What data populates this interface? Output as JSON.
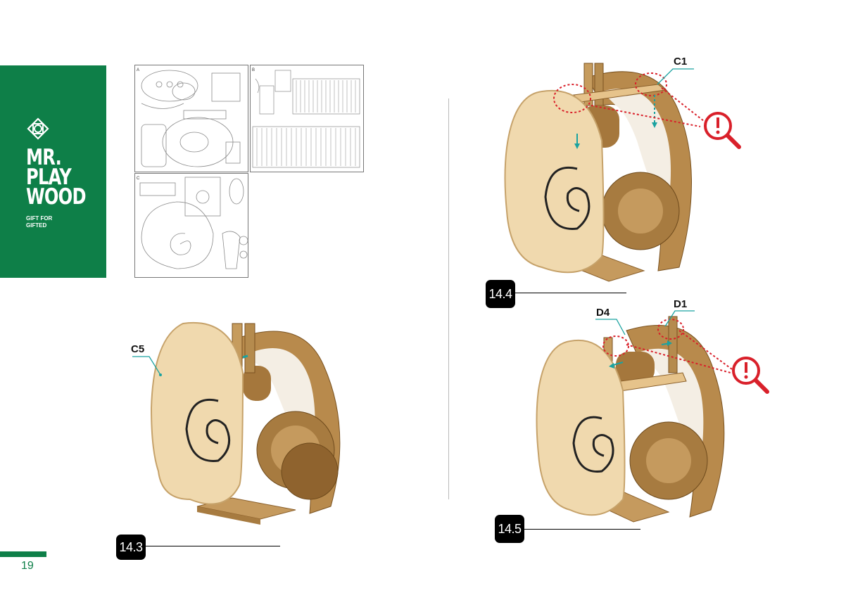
{
  "brand": {
    "name_line1": "MR.",
    "name_line2": "PLAY",
    "name_line3": "WOOD",
    "tagline_line1": "GIFT FOR",
    "tagline_line2": "GIFTED",
    "color": "#0e7f48",
    "icon": "mr-playwood-logo-icon"
  },
  "sheet_labels": {
    "a": "A",
    "b": "B",
    "c": "C"
  },
  "steps": [
    {
      "number": "14.3",
      "parts": [
        "C5"
      ]
    },
    {
      "number": "14.4",
      "parts": [
        "C1"
      ]
    },
    {
      "number": "14.5",
      "parts": [
        "D4",
        "D1"
      ]
    }
  ],
  "warning_icon": "magnifier-exclamation-icon",
  "warning_color": "#d9202a",
  "arrow_color": "#1aa2a0",
  "page": {
    "number": "19"
  }
}
